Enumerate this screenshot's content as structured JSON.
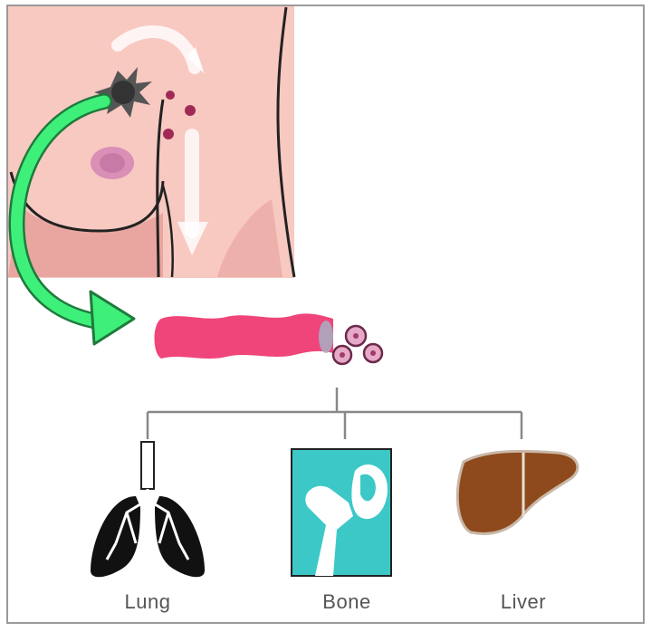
{
  "labels": {
    "lung": "Lung",
    "bone": "Bone",
    "liver": "Liver"
  },
  "icons": {
    "breast": "breast-icon",
    "tumor": "tumor-icon",
    "vessel": "blood-vessel-icon",
    "lung": "lung-icon",
    "bone": "bone-icon",
    "liver": "liver-icon"
  },
  "colors": {
    "skin": "#f7c9c1",
    "tumor": "#555555",
    "arrow_green": "#3ef07a",
    "vessel": "#f0457a",
    "cancer_cell": "#a23a6a",
    "bone_bg": "#3cc8c6",
    "liver": "#8e4a1c",
    "lung": "#111111"
  }
}
